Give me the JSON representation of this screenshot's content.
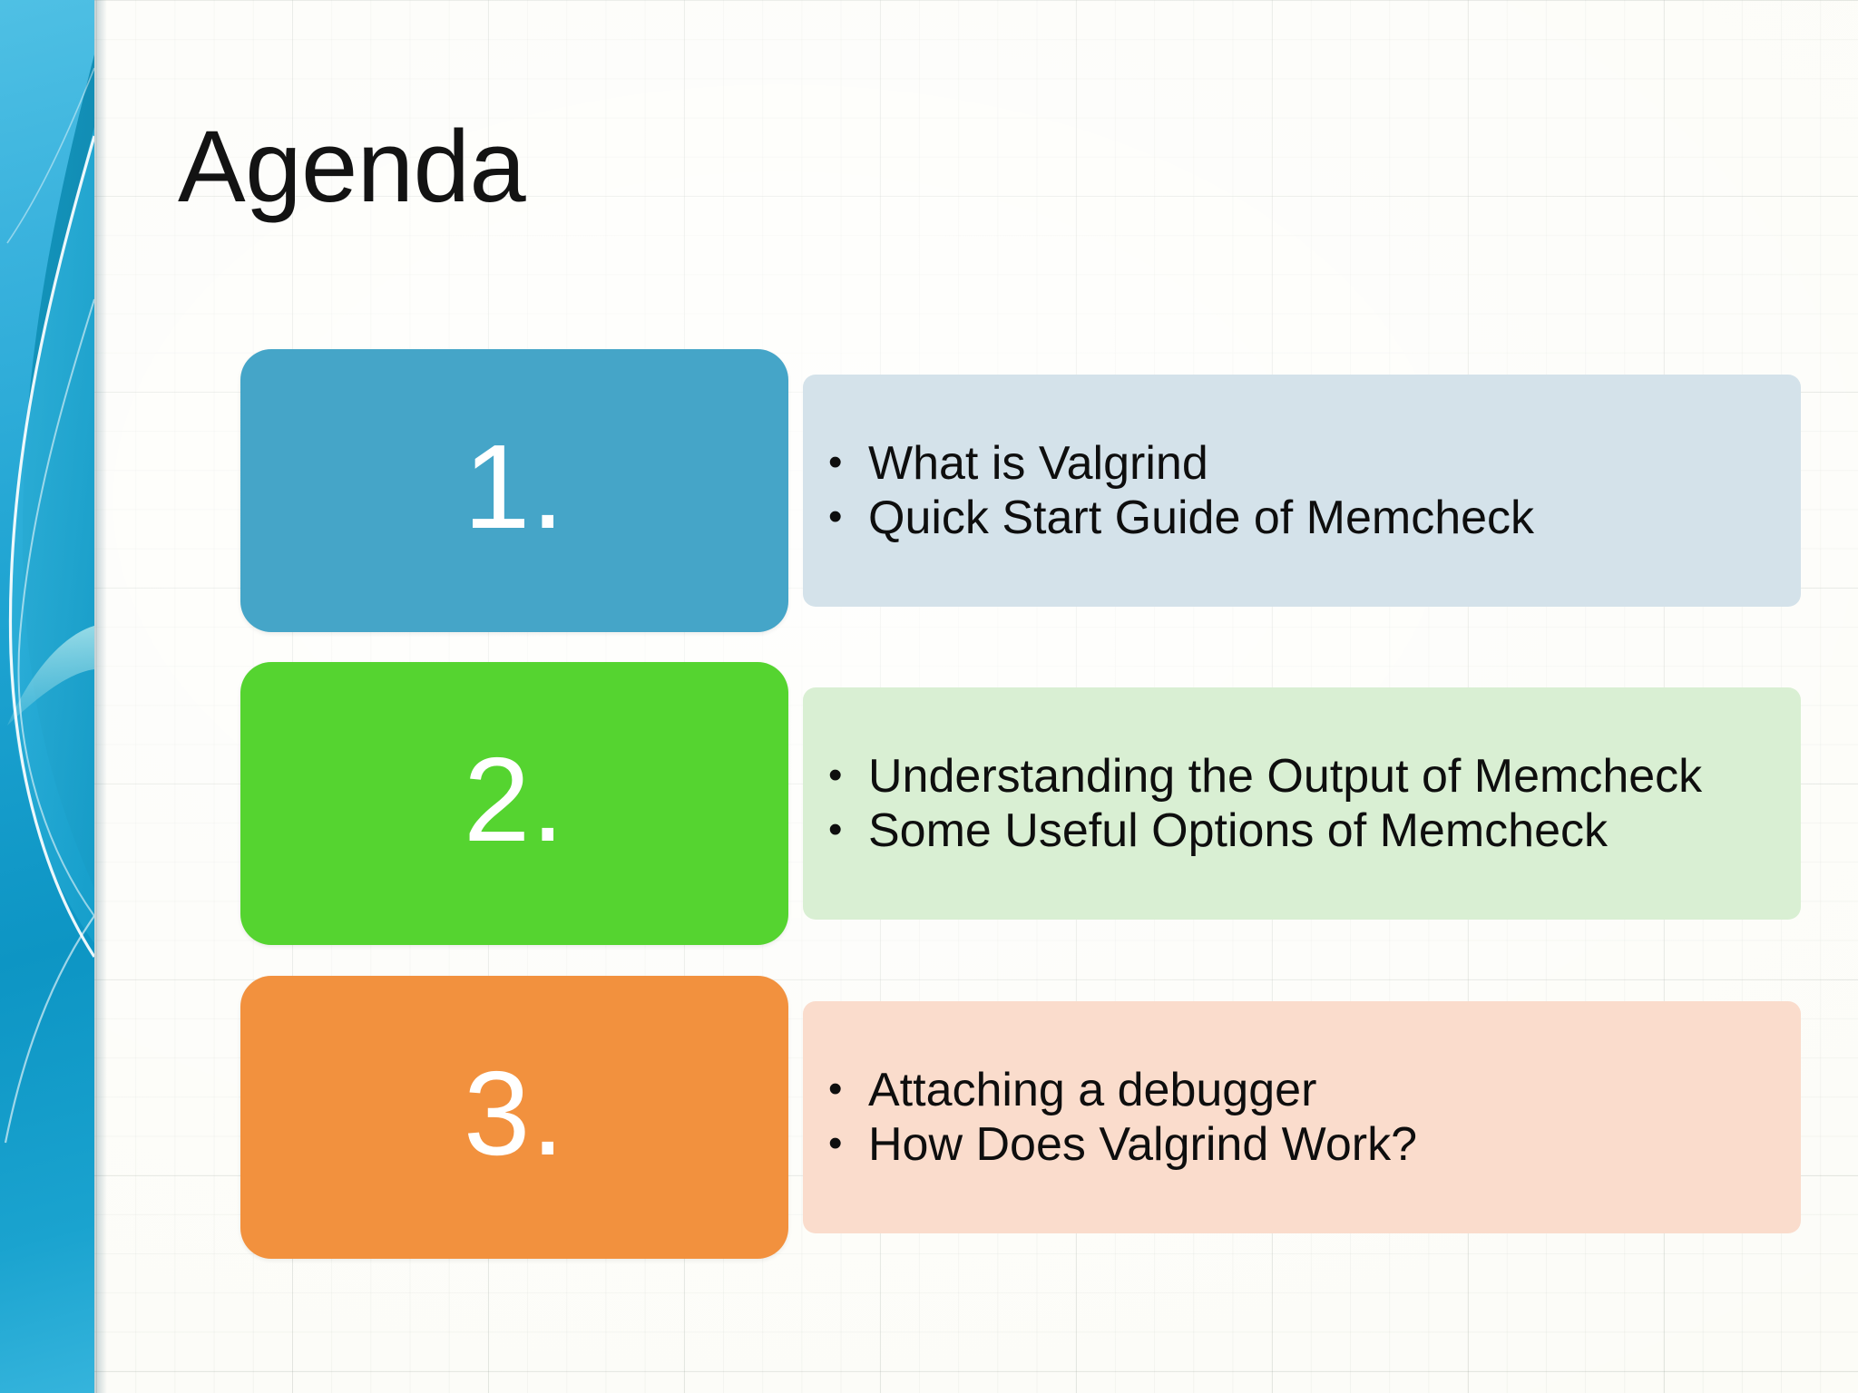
{
  "slide": {
    "title": "Agenda",
    "colors": {
      "band_blue_light": "#4fc0e4",
      "band_blue_dark": "#0d95c4",
      "accent_blue": "#45a5c8",
      "accent_green": "#55d430",
      "accent_orange": "#f2913e",
      "panel_blue": "#d4e2ea",
      "panel_green": "#d9efd3",
      "panel_orange": "#fadccc",
      "text": "#0e0e0e",
      "numeral": "#ffffff"
    }
  },
  "agenda": {
    "rows": [
      {
        "number": "1.",
        "accent": "#45a5c8",
        "panel": "#d4e2ea",
        "bullets": [
          "What is Valgrind",
          "Quick Start Guide of Memcheck"
        ]
      },
      {
        "number": "2.",
        "accent": "#55d430",
        "panel": "#d9efd3",
        "bullets": [
          "Understanding the Output of Memcheck",
          "Some Useful Options of Memcheck"
        ]
      },
      {
        "number": "3.",
        "accent": "#f2913e",
        "panel": "#fadccc",
        "bullets": [
          "Attaching a debugger",
          "How Does Valgrind Work?"
        ]
      }
    ],
    "bullet_glyph": "•"
  }
}
